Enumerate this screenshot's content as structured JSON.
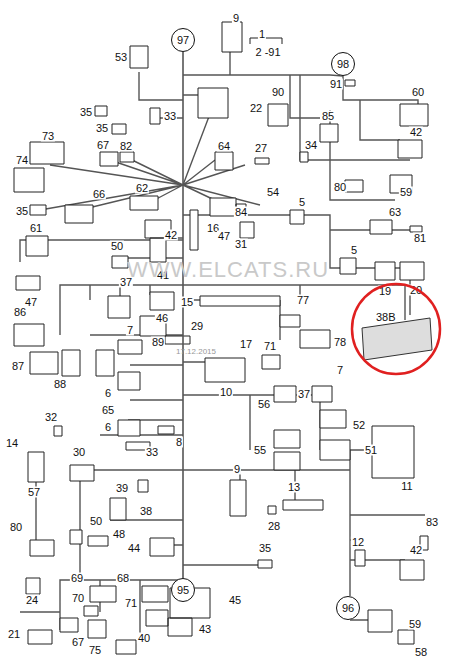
{
  "diagram": {
    "nodes": [
      {
        "text": [
          "97"
        ]
      },
      {
        "text": [
          "98"
        ]
      },
      {
        "text": [
          "95"
        ]
      },
      {
        "text": [
          "96"
        ]
      },
      {
        "text": [
          "38B"
        ]
      }
    ],
    "edges": [
      {
        "from": 0,
        "to": 2,
        "arrow": "none"
      }
    ],
    "labels": [
      "1",
      "2 -91",
      "9",
      "53",
      "91",
      "60",
      "35",
      "33",
      "35",
      "90",
      "22",
      "85",
      "42",
      "73",
      "67",
      "82",
      "64",
      "27",
      "34",
      "74",
      "80",
      "59",
      "35",
      "66",
      "62",
      "54",
      "84",
      "42",
      "16",
      "47",
      "31",
      "5",
      "63",
      "81",
      "61",
      "50",
      "41",
      "5",
      "19",
      "20",
      "47",
      "15",
      "77",
      "37",
      "46",
      "86",
      "89",
      "87",
      "88",
      "7",
      "29",
      "17",
      "71",
      "78",
      "7",
      "6",
      "10",
      "56",
      "37",
      "65",
      "6",
      "32",
      "8",
      "52",
      "51",
      "55",
      "11",
      "14",
      "57",
      "30",
      "33",
      "9",
      "39",
      "38",
      "13",
      "28",
      "50",
      "48",
      "80",
      "83",
      "44",
      "12",
      "35",
      "69",
      "68",
      "42",
      "24",
      "70",
      "71",
      "45",
      "67",
      "75",
      "40",
      "43",
      "59",
      "58",
      "21",
      "WWW.ELCATS.RU",
      "17.12.2015"
    ]
  }
}
